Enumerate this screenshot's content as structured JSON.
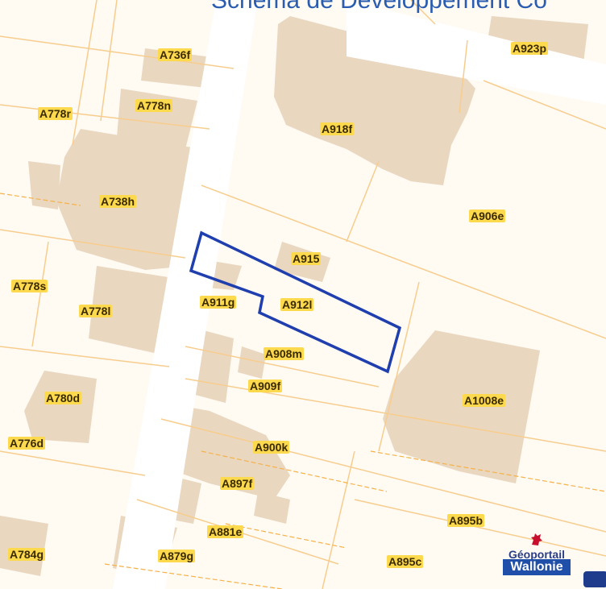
{
  "title": "Schéma de Développement Co",
  "colors": {
    "building": "#ead7c0",
    "parcel_line": "#f5b24a",
    "parcel_line_light": "#f7cd8e",
    "road": "#ffffff",
    "highlight": "#1f3fae",
    "label_bg": "#fdd94e",
    "logo_blue": "#1f4fa8"
  },
  "parcels": [
    "A736f",
    "A923p",
    "A778r",
    "A778n",
    "A918f",
    "A738h",
    "A906e",
    "A915",
    "A778s",
    "A911g",
    "A912l",
    "A778l",
    "A908m",
    "A909f",
    "A780d",
    "A1008e",
    "A776d",
    "A900k",
    "A897f",
    "A895b",
    "A881e",
    "A784g",
    "A879g",
    "A895c"
  ],
  "highlighted_parcel": "A912l",
  "logo": {
    "brand_top": "Géoportail",
    "brand_main": "Wallonie",
    "icon": "wallonia-cockerel-icon"
  },
  "corner_button": {
    "icon": "blue-rect-button"
  }
}
